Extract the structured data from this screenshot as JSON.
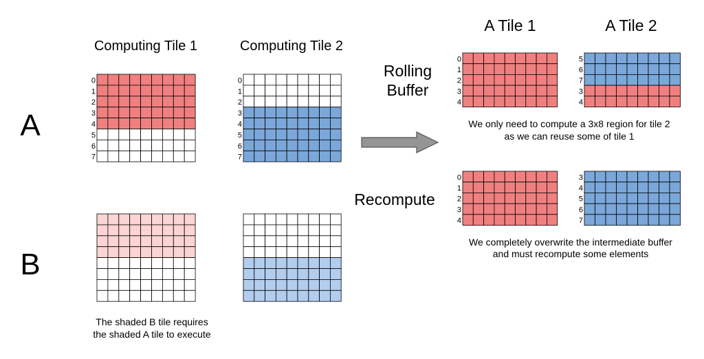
{
  "colors": {
    "red": "#f08080",
    "blue": "#7ba7d9",
    "light_red": "#fbd4d4",
    "light_blue": "#b3cdee",
    "grid_line": "#000000",
    "arrow_fill": "#959595",
    "arrow_stroke": "#555555"
  },
  "titles": {
    "computing_tile_1": "Computing Tile 1",
    "computing_tile_2": "Computing Tile 2",
    "a_tile_1": "A Tile 1",
    "a_tile_2": "A Tile 2"
  },
  "labels": {
    "a": "A",
    "b": "B",
    "rolling_line1": "Rolling",
    "rolling_line2": "Buffer",
    "recompute": "Recompute"
  },
  "captions": {
    "b_tile_line1": "The shaded B tile requires",
    "b_tile_line2": "the shaded A tile to execute",
    "rolling_line1": "We only need to compute a 3x8 region for tile 2",
    "rolling_line2": "as we can reuse some of tile 1",
    "recompute_line1": "We completely overwrite the intermediate buffer",
    "recompute_line2": "and must recompute some elements"
  },
  "grids": {
    "a_tile1": {
      "cols": 9,
      "row_labels": [
        "0",
        "1",
        "2",
        "3",
        "4",
        "5",
        "6",
        "7"
      ],
      "row_fill": [
        "red",
        "red",
        "red",
        "red",
        "red",
        "white",
        "white",
        "white"
      ]
    },
    "a_tile2": {
      "cols": 9,
      "row_labels": [
        "0",
        "1",
        "2",
        "3",
        "4",
        "5",
        "6",
        "7"
      ],
      "row_fill": [
        "white",
        "white",
        "white",
        "blue",
        "blue",
        "blue",
        "blue",
        "blue"
      ]
    },
    "b_tile1": {
      "cols": 9,
      "row_labels": [],
      "row_fill": [
        "light_red",
        "light_red",
        "light_red",
        "light_red",
        "white",
        "white",
        "white",
        "white"
      ]
    },
    "b_tile2": {
      "cols": 9,
      "row_labels": [],
      "row_fill": [
        "white",
        "white",
        "white",
        "white",
        "light_blue",
        "light_blue",
        "light_blue",
        "light_blue"
      ]
    },
    "rolling_tile1": {
      "cols": 9,
      "row_labels": [
        "0",
        "1",
        "2",
        "3",
        "4"
      ],
      "row_fill": [
        "red",
        "red",
        "red",
        "red",
        "red"
      ]
    },
    "rolling_tile2": {
      "cols": 9,
      "row_labels": [
        "5",
        "6",
        "7",
        "3",
        "4"
      ],
      "row_fill": [
        "blue",
        "blue",
        "blue",
        "red",
        "red"
      ]
    },
    "recompute_tile1": {
      "cols": 9,
      "row_labels": [
        "0",
        "1",
        "2",
        "3",
        "4"
      ],
      "row_fill": [
        "red",
        "red",
        "red",
        "red",
        "red"
      ]
    },
    "recompute_tile2": {
      "cols": 9,
      "row_labels": [
        "3",
        "4",
        "5",
        "6",
        "7"
      ],
      "row_fill": [
        "blue",
        "blue",
        "blue",
        "blue",
        "blue"
      ]
    }
  }
}
